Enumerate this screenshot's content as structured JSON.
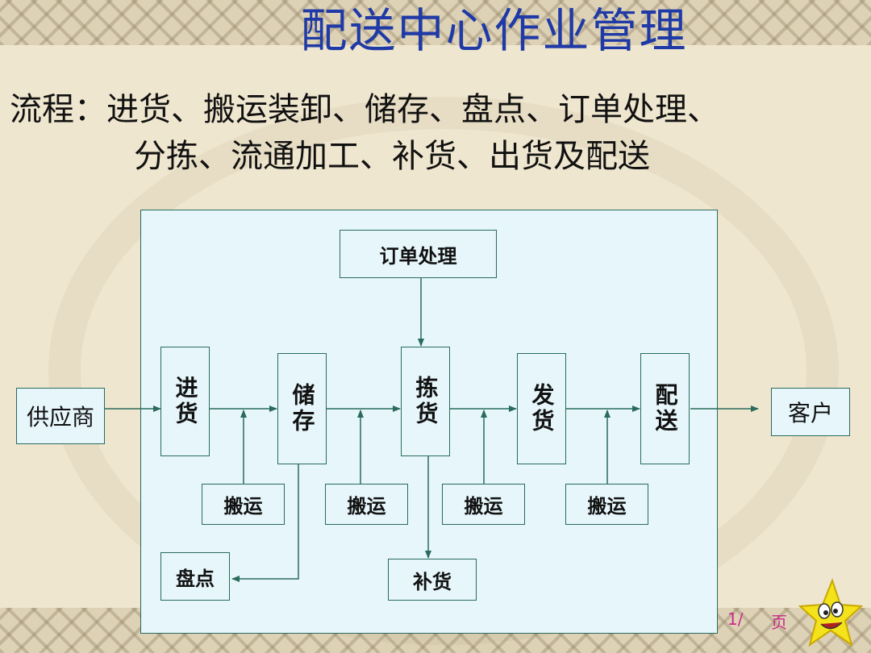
{
  "title": "配送中心作业管理",
  "flow_text": {
    "line1": "流程：进货、搬运装卸、储存、盘点、订单处理、",
    "line2": "分拣、流通加工、补货、出货及配送"
  },
  "nodes": {
    "supplier": "供应商",
    "receiving": "进货",
    "storage": "储存",
    "picking": "拣货",
    "shipping": "发货",
    "delivery": "配送",
    "customer": "客户",
    "order": "订单处理",
    "inventory": "盘点",
    "replenish": "补货",
    "handling": [
      "搬运",
      "搬运",
      "搬运",
      "搬运"
    ]
  },
  "page": {
    "number": "1/",
    "word": "页"
  },
  "colors": {
    "title": "#1f3aa6",
    "border": "#2a6b5d",
    "panel": "#e6f6fb",
    "page_number": "#cc2a8a"
  }
}
